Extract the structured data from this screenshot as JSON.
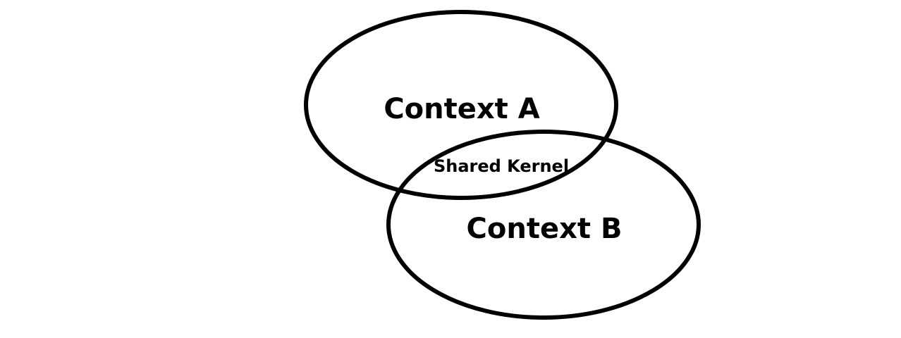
{
  "diagram": {
    "sets": [
      {
        "label": "Context A"
      },
      {
        "label": "Context B"
      }
    ],
    "overlap": {
      "label": "Shared Kernel"
    },
    "colors": {
      "stroke": "#000000",
      "background": "#ffffff"
    }
  }
}
